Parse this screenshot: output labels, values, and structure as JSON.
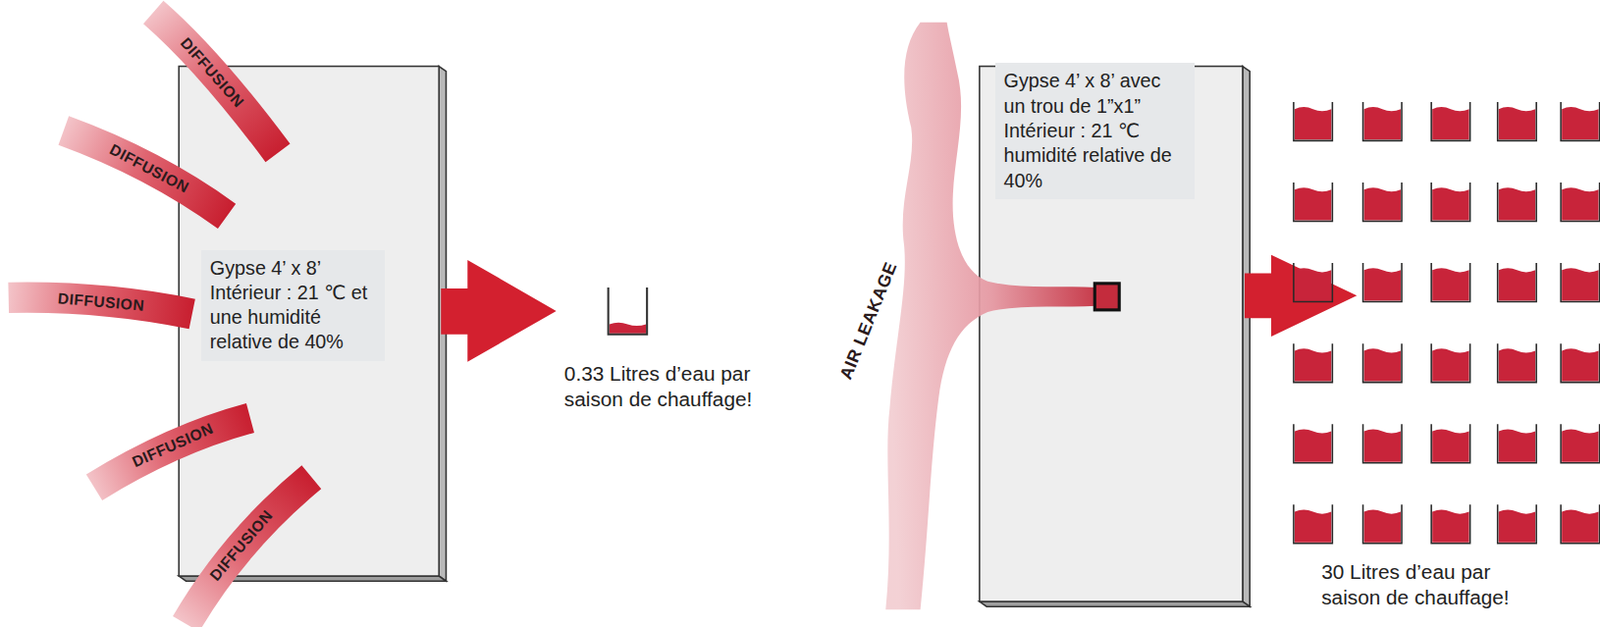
{
  "diagram": {
    "nodes": [
      {
        "text": [
          "Gypse 4’ x 8’ Intérieur : 21 ℃ et une humidité relative de 40%"
        ]
      },
      {
        "text": [
          "Gypse 4’ x 8’ avec un trou de 1”x1” Intérieur : 21 ℃ humidité relative de 40%"
        ]
      }
    ],
    "labels": [
      "DIFFUSION",
      "DIFFUSION",
      "DIFFUSION",
      "DIFFUSION",
      "DIFFUSION",
      "0.33 Litres d’eau par saison de chauffage!",
      "AIR LEAKAGE",
      "30 Litres d’eau par saison de chauffage!"
    ]
  }
}
